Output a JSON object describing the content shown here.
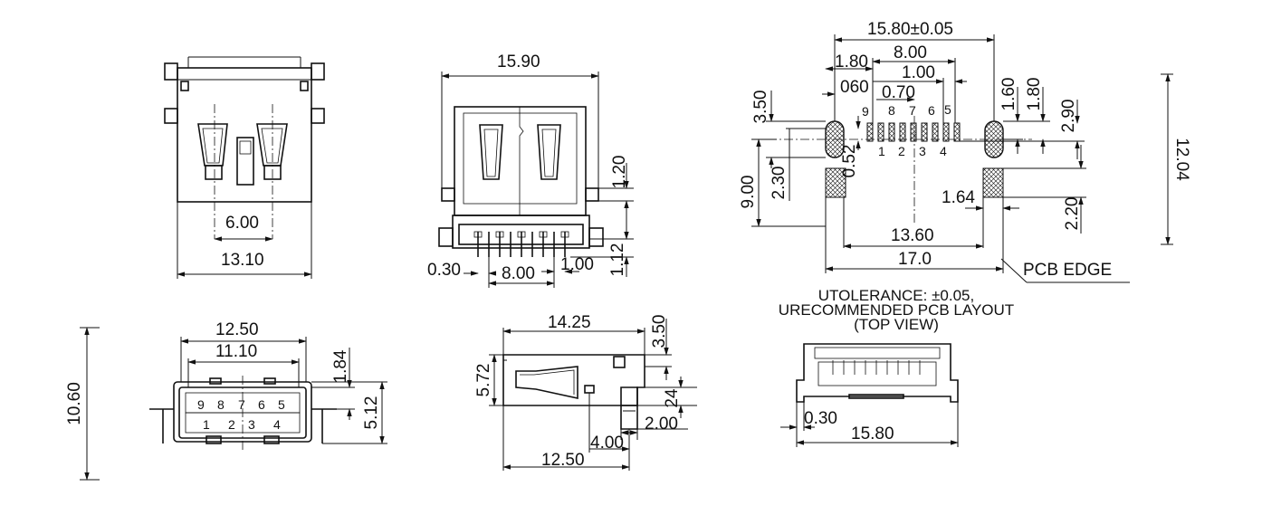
{
  "front_view": {
    "dim_pitch": "6.00",
    "dim_width": "13.10"
  },
  "top_view": {
    "dim_overall": "15.90",
    "dim_height": "1.20",
    "dim_lead": "1.12",
    "dim_lead_width": "0.30",
    "dim_span": "8.00",
    "dim_pitch": "1.00"
  },
  "end_view": {
    "dim_outer": "12.50",
    "dim_inner": "11.10",
    "dim_top": "1.84",
    "dim_right": "5.12",
    "dim_total_height": "10.60",
    "pin_labels_top": [
      "9",
      "8",
      "7",
      "6",
      "5"
    ],
    "pin_labels_bottom": [
      "1",
      "2",
      "3",
      "4"
    ]
  },
  "side_view": {
    "dim_length": "14.25",
    "dim_height": "5.72",
    "dim_top": "3.50",
    "dim_small": "24",
    "dim_step": "2.00",
    "dim_lead": "4.00",
    "dim_base": "12.50"
  },
  "pcb_layout": {
    "dim_overall": "15.80±0.05",
    "dim_span": "8.00",
    "dim_offset": "1.80",
    "dim_pitch": "1.00",
    "dim_small": "060",
    "dim_pad": "0.70",
    "dim_right_a": "1.60",
    "dim_right_b": "1.80",
    "dim_left_height": "3.50",
    "dim_slot_height": "2.30",
    "dim_pad_height": "0.52",
    "dim_row": "2.90",
    "dim_depth": "9.00",
    "dim_total": "12.04",
    "dim_tab": "1.64",
    "dim_tab_height": "2.20",
    "dim_inner_width": "13.60",
    "dim_outer_width": "17.0",
    "pcb_edge_label": "PCB EDGE",
    "pin_labels_top": [
      "9",
      "8",
      "7",
      "6",
      "5"
    ],
    "pin_labels_bottom": [
      "1",
      "2",
      "3",
      "4"
    ]
  },
  "notes": {
    "tolerance": "UTOLERANCE: ±0.05,",
    "layout": "URECOMMENDED PCB LAYOUT",
    "view": "(TOP VIEW)"
  },
  "bottom_view": {
    "dim_lead": "0.30",
    "dim_width": "15.80"
  }
}
